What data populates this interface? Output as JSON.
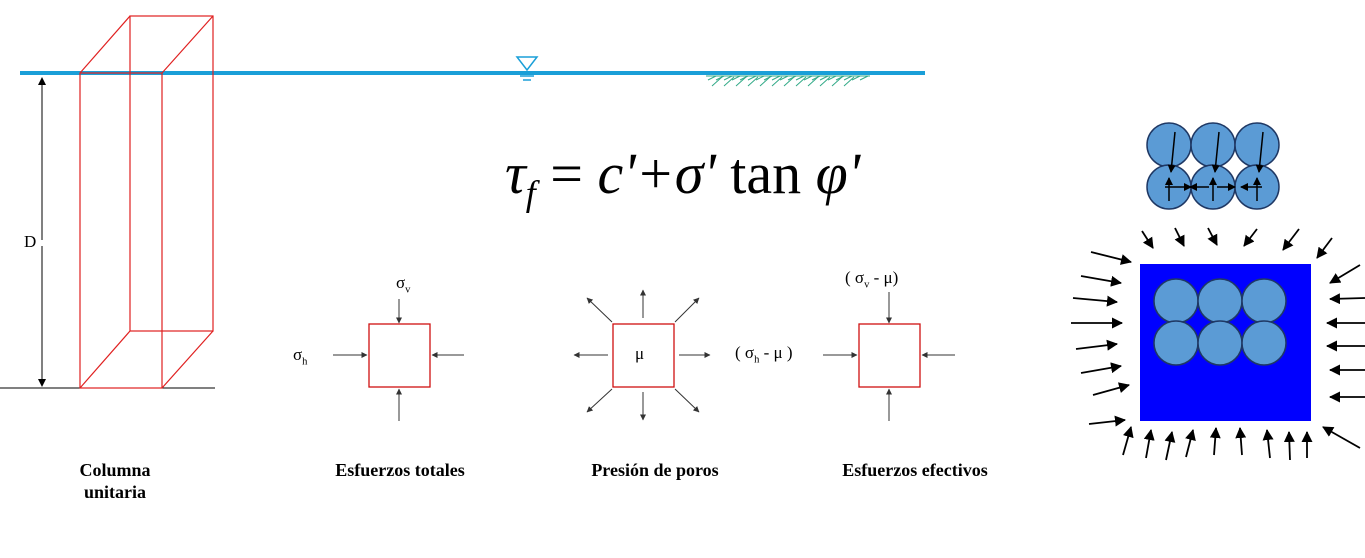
{
  "formula": {
    "tau": "τ",
    "tau_sub": "f",
    "equals": "=",
    "c_term": "c'+",
    "sigma_term": "σ'",
    "tan": "tan",
    "phi_term": "φ'"
  },
  "column": {
    "depth_label": "D",
    "caption_line1": "Columna",
    "caption_line2": "unitaria"
  },
  "total_stress": {
    "sigma_v": "σ",
    "sigma_v_sub": "v",
    "sigma_h": "σ",
    "sigma_h_sub": "h",
    "caption": "Esfuerzos totales"
  },
  "pore_pressure": {
    "mu": "μ",
    "caption": "Presión de poros"
  },
  "effective_stress": {
    "vertical_open": "( σ",
    "vertical_sub": "v",
    "vertical_close": " -  μ)",
    "horizontal_open": "( σ",
    "horizontal_sub": "h",
    "horizontal_close": " -  μ )",
    "caption": "Esfuerzos efectivos"
  },
  "colors": {
    "water_line": "#1a9fd8",
    "column_edges": "#e02020",
    "element_square": "#d01010",
    "grain_fill": "#5b9bd5",
    "grain_outline": "#1f3864",
    "box_fill": "#0000ff"
  }
}
